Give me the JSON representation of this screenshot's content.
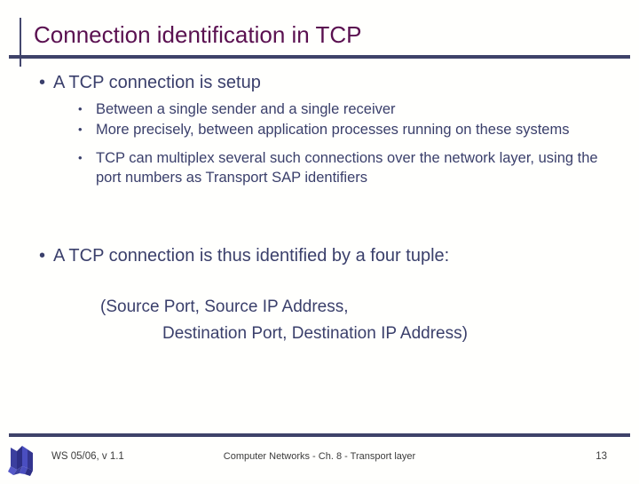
{
  "slide": {
    "title": "Connection identification in TCP",
    "bullet_glyph": "•",
    "colors": {
      "background": "#fffffd",
      "title": "#5a1050",
      "body": "#3a3f6b",
      "rule": "#3e4269",
      "footer_text": "#3c3c3c",
      "logo": "#3b3f9e"
    },
    "content": {
      "bullet_1": "A TCP connection is setup",
      "sub_bullets": [
        "Between a single sender and a single receiver",
        "More precisely, between application processes running on these systems",
        "TCP can multiplex several such connections over the network layer, using the port numbers as Transport SAP identifiers"
      ],
      "bullet_2": "A TCP connection is thus identified by a four tuple:",
      "tuple_line_1": "(Source Port, Source IP Address,",
      "tuple_line_2": "Destination Port, Destination IP Address)"
    }
  },
  "footer": {
    "left": "WS 05/06, v 1.1",
    "center": "Computer Networks - Ch. 8 - Transport layer",
    "page_number": "13"
  }
}
